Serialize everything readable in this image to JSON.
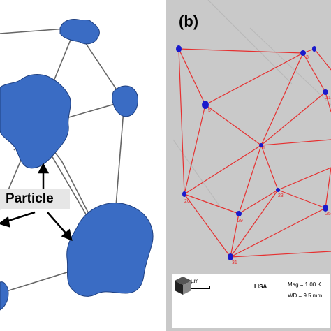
{
  "panel_a": {
    "callout_label": "Particle",
    "particle_color": "#3a6cc4",
    "line_color": "#666666"
  },
  "panel_b": {
    "label": "(b)",
    "line_color": "#e63030",
    "point_color": "#1a1acc",
    "point_labels": [
      "5",
      "1",
      "3",
      "26",
      "23",
      "29",
      "31",
      "25",
      "21"
    ],
    "scale_label": "10 µm",
    "logo_text": "LISA",
    "mag_text": "Mag = 1.00 K",
    "wd_text": "WD = 9.5 mm"
  }
}
